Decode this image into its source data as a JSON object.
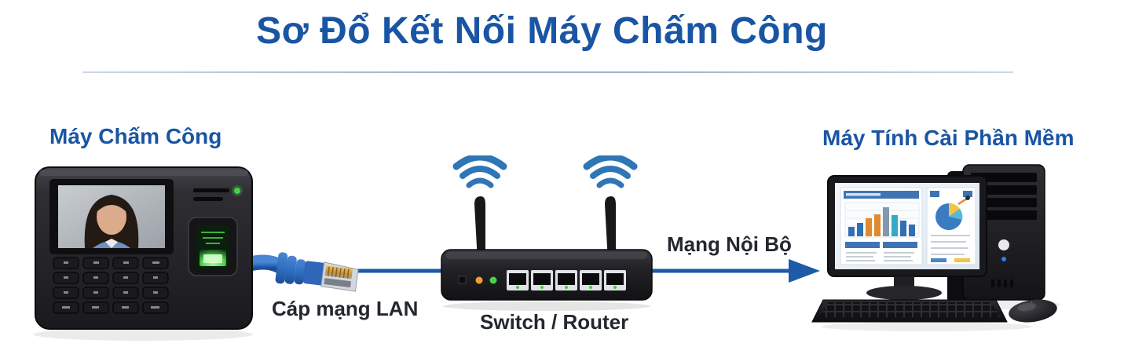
{
  "title": "Sơ Đổ Kết Nối Máy Chấm Công",
  "nodes": {
    "attendance_machine": {
      "label": "Máy Chấm Công"
    },
    "switch_router": {
      "label": "Switch / Router"
    },
    "software_computer": {
      "label": "Máy Tính Cài Phần Mềm"
    }
  },
  "connections": {
    "lan_cable": {
      "label": "Cáp mạng LAN"
    },
    "local_network": {
      "label": "Mạng Nội Bộ",
      "direction": "switch-to-computer"
    }
  },
  "icons": {
    "wifi": "wifi-icon",
    "fingerprint": "fingerprint-scanner-icon",
    "rj45": "rj45-connector-icon",
    "arrow": "arrow-right-icon"
  },
  "colors": {
    "heading_blue": "#1a55a4",
    "divider_blue": "#9db3cf",
    "label_dark": "#23272f",
    "cable_blue": "#2f6fc0",
    "arrow_blue": "#1d5aa8",
    "wifi_blue": "#2e76b5",
    "led_green": "#46d148",
    "led_orange": "#f0a030",
    "fingerprint_green": "#5ee060",
    "background": "#ffffff"
  }
}
